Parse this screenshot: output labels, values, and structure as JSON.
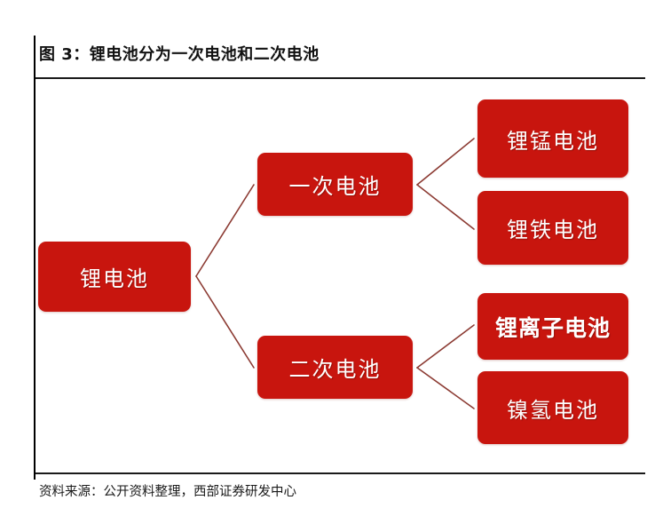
{
  "figure": {
    "title": "图 3：锂电池分为一次电池和二次电池",
    "source": "资料来源：公开资料整理，西部证券研发中心"
  },
  "theme": {
    "node_fill": "#c8150e",
    "node_text": "#ffffff",
    "connector": "#8c3b33",
    "rule": "#1a1a1a",
    "background": "#ffffff"
  },
  "diagram": {
    "type": "tree",
    "root": {
      "id": "root",
      "label": "锂电池",
      "emphasis": false
    },
    "level2": [
      {
        "id": "primary",
        "label": "一次电池",
        "emphasis": false
      },
      {
        "id": "secondary",
        "label": "二次电池",
        "emphasis": false
      }
    ],
    "level3": [
      {
        "id": "li-mn",
        "label": "锂锰电池",
        "parent": "primary",
        "emphasis": false
      },
      {
        "id": "li-fe",
        "label": "锂铁电池",
        "parent": "primary",
        "emphasis": false
      },
      {
        "id": "li-ion",
        "label": "锂离子电池",
        "parent": "secondary",
        "emphasis": true
      },
      {
        "id": "ni-mh",
        "label": "镍氢电池",
        "parent": "secondary",
        "emphasis": false
      }
    ]
  }
}
